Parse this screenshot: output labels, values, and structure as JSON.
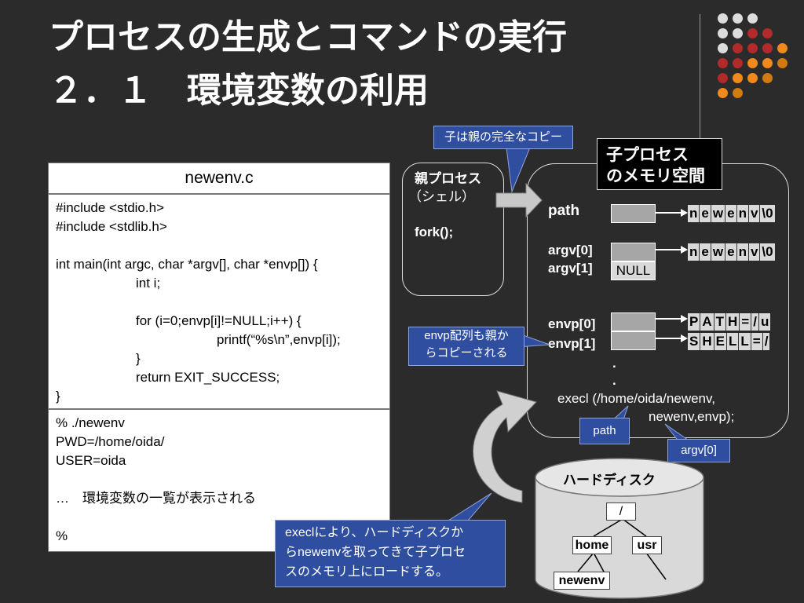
{
  "slide": {
    "title_line1": "プロセスの生成とコマンドの実行",
    "title_line2": "２．１　環境変数の利用"
  },
  "code_panel": {
    "filename": "newenv.c",
    "lines": [
      "#include <stdio.h>",
      "#include <stdlib.h>",
      "int main(int argc, char *argv[], char *envp[]) {",
      "int i;",
      "for (i=0;envp[i]!=NULL;i++) {",
      "printf(“%s\\n”,envp[i]);",
      "}",
      "return EXIT_SUCCESS;",
      "}"
    ]
  },
  "output_panel": {
    "lines": [
      "% ./newenv",
      "PWD=/home/oida/",
      "USER=oida",
      "…　環境変数の一覧が表示される",
      "%"
    ]
  },
  "parent_process": {
    "label_line1": "親プロセス",
    "label_line2": "（シェル）",
    "call": "fork();"
  },
  "child_process": {
    "title_line1": "子プロセス",
    "title_line2": "のメモリ空間",
    "path_label": "path",
    "argv0_label": "argv[0]",
    "argv1_label": "argv[1]",
    "null_label": "NULL",
    "envp0_label": "envp[0]",
    "envp1_label": "envp[1]",
    "dot": ".",
    "exec_line1": "execl (/home/oida/newenv,",
    "exec_line2": "newenv,envp);",
    "path_string": [
      "n",
      "e",
      "w",
      "e",
      "n",
      "v",
      "\\0"
    ],
    "argv_string": [
      "n",
      "e",
      "w",
      "e",
      "n",
      "v",
      "\\0"
    ],
    "env0_string": [
      "P",
      "A",
      "T",
      "H",
      "=",
      "/",
      "u"
    ],
    "env1_string": [
      "S",
      "H",
      "E",
      "L",
      "L",
      "=",
      "/"
    ]
  },
  "callouts": {
    "copy": "子は親の完全なコピー",
    "envp_line1": "envp配列も親か",
    "envp_line2": "らコピーされる",
    "path": "path",
    "argv0": "argv[0]",
    "load_line1": "execlにより、ハードディスクか",
    "load_line2": "らnewenvを取ってきて子プロセ",
    "load_line3": "スのメモリ上にロードする。"
  },
  "disk": {
    "title": "ハードディスク",
    "root": "/",
    "home": "home",
    "usr": "usr",
    "file": "newenv"
  },
  "colors": {
    "background": "#2b2b2b",
    "callout": "#2f4ea0",
    "dot_light": "#dcdcdc",
    "dot_red": "#b22a2a",
    "dot_orange": "#f08a1c",
    "dot_brown": "#d07a10"
  }
}
